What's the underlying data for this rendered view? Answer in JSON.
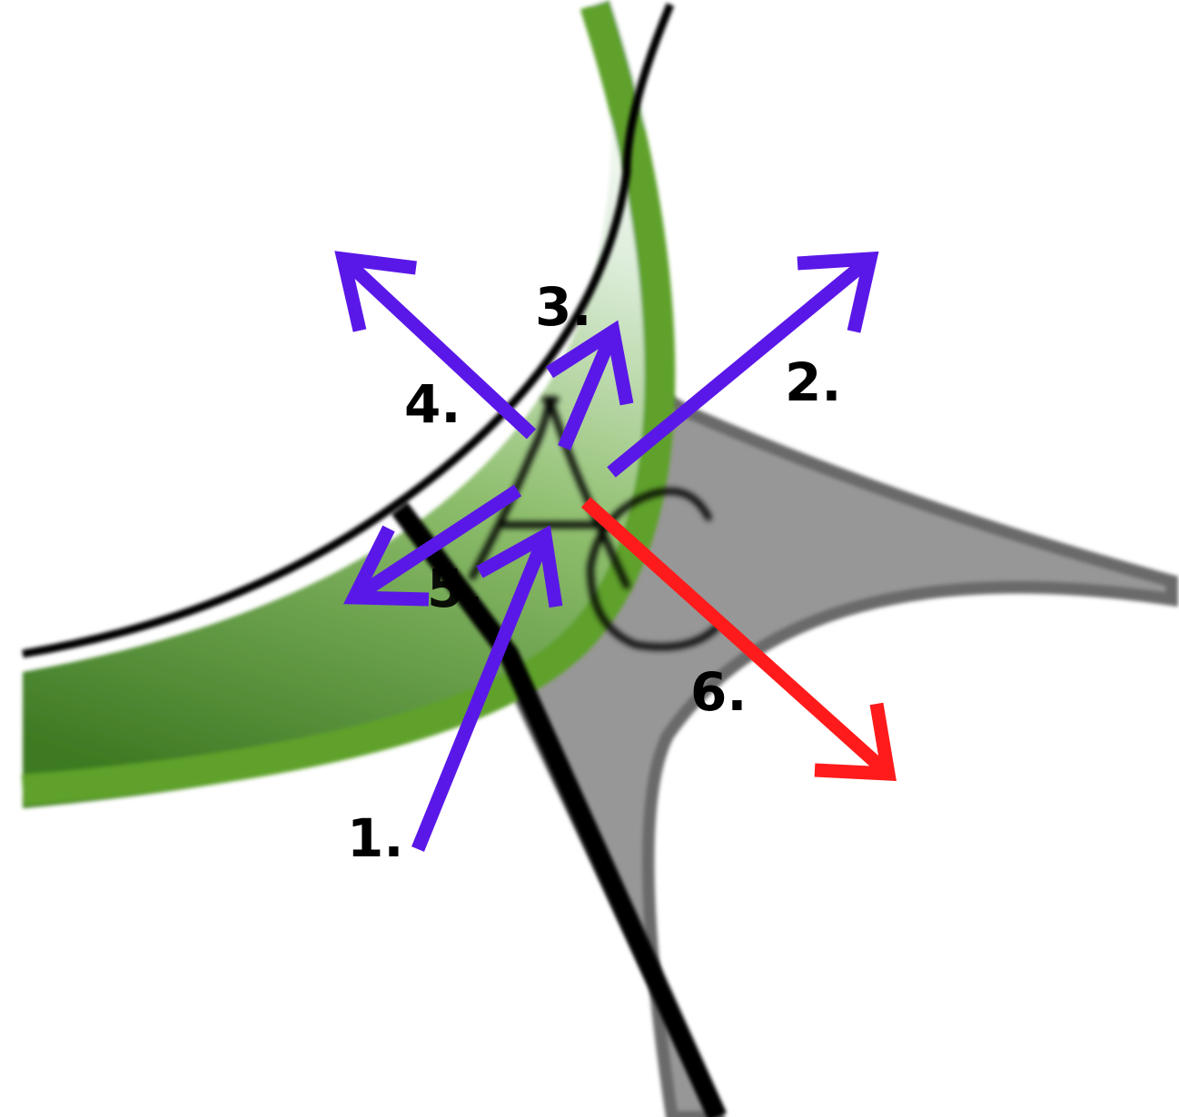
{
  "labels": {
    "l1": "1.",
    "l2": "2.",
    "l3": "3.",
    "l4": "4.",
    "l5": "5.",
    "l6": "6."
  },
  "colors": {
    "arrow_primary": "#5a18e8",
    "arrow_highlight": "#ff1b1b",
    "green_outer": "#5fa12a",
    "green_light": "#dfeedd",
    "green_dark": "#3e7a23",
    "gray_region": "#979797",
    "gray_edge": "#6a6a6a",
    "line": "#000000"
  },
  "arrows": [
    {
      "id": "1",
      "color_key": "arrow_primary"
    },
    {
      "id": "2",
      "color_key": "arrow_primary"
    },
    {
      "id": "3",
      "color_key": "arrow_primary"
    },
    {
      "id": "4",
      "color_key": "arrow_primary"
    },
    {
      "id": "5",
      "color_key": "arrow_primary"
    },
    {
      "id": "6",
      "color_key": "arrow_highlight"
    }
  ]
}
